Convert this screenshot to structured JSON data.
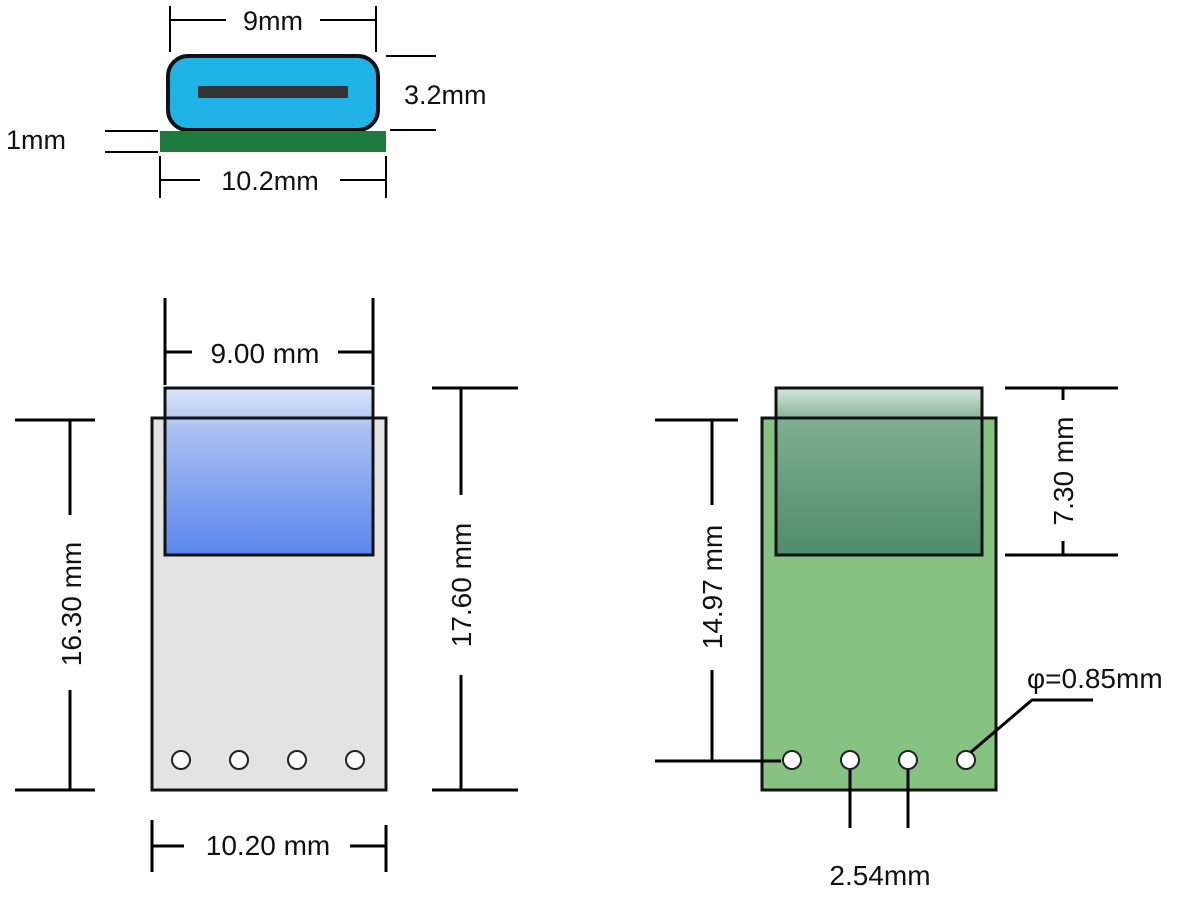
{
  "top_view": {
    "width_label": "9mm",
    "height_label": "3.2mm",
    "pcb_thickness_label": "1mm",
    "pcb_width_label": "10.2mm"
  },
  "front_view": {
    "connector_width_label": "9.00 mm",
    "board_height_label": "16.30 mm",
    "total_height_label": "17.60 mm",
    "board_width_label": "10.20 mm"
  },
  "back_view": {
    "pin_height_label": "14.97 mm",
    "connector_depth_label": "7.30 mm",
    "hole_diameter_label": "φ=0.85mm",
    "pin_pitch_label": "2.54mm"
  },
  "colors": {
    "connector_cyan": "#1fb2e6",
    "pcb_green": "#1f7a3d",
    "front_board_gray": "#e3e3e3",
    "front_connector_blue": "#5b86ee",
    "back_board_green": "#86c383",
    "back_connector_green": "#4f8b6c"
  }
}
